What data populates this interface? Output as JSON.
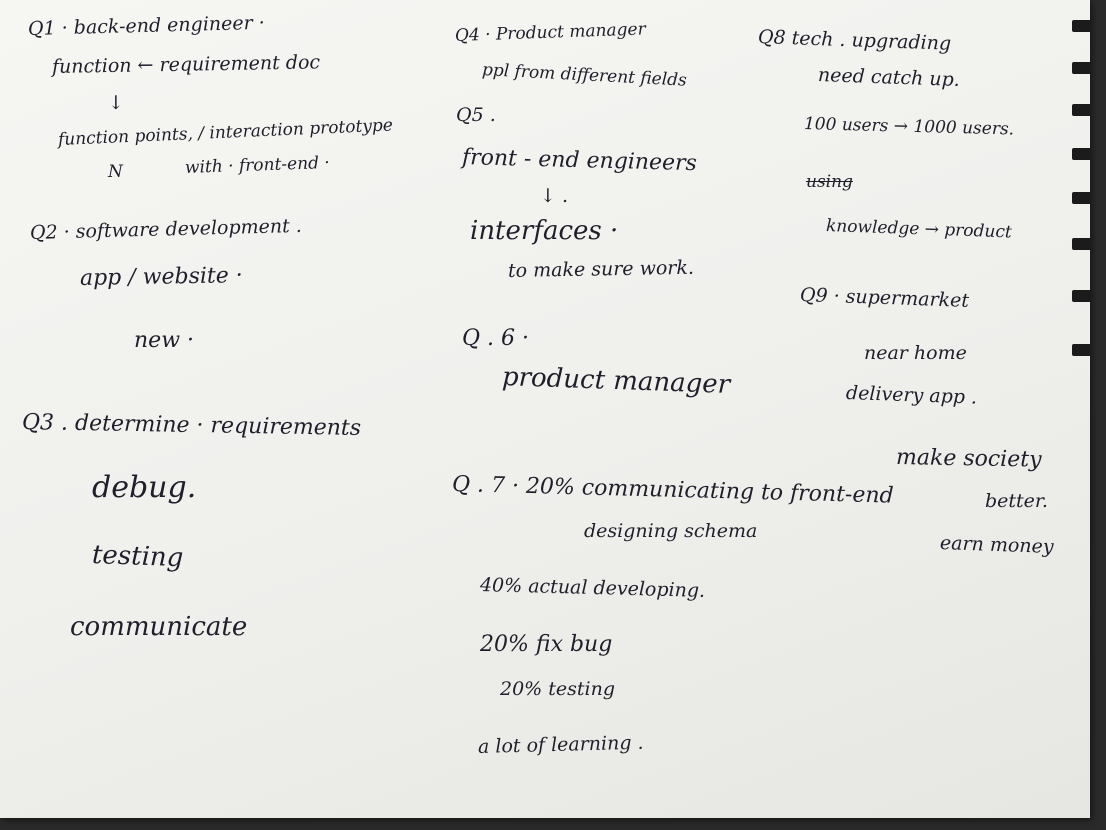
{
  "q1": {
    "title": "Q1 · back-end engineer ·",
    "line2": "function ←   requirement doc",
    "arrow": "↓",
    "line3": "function points, / interaction prototype",
    "line4_a": "N",
    "line4_b": "with · front-end ·"
  },
  "q2": {
    "title": "Q2 · software development .",
    "line2": "app / website ·",
    "line3": "new ·"
  },
  "q3": {
    "title": "Q3 . determine · requirements",
    "items": [
      "debug.",
      "testing",
      "communicate"
    ]
  },
  "q4": {
    "title": "Q4 · Product manager",
    "line2": "ppl from different fields"
  },
  "q5": {
    "title": "Q5 .",
    "line2": "front - end engineers",
    "arrow": "↓ .",
    "line3": "interfaces ·",
    "line4": "to  make sure work."
  },
  "q6": {
    "title": "Q . 6 ·",
    "line2": "product  manager"
  },
  "q7": {
    "title": "Q . 7 · 20% communicating to front-end",
    "line2": "designing schema",
    "line3": "40% actual developing.",
    "line4": "20% fix bug",
    "line5": "20% testing",
    "line6": "a lot of learning ."
  },
  "q8": {
    "title": "Q8  tech  . upgrading",
    "line2": "need  catch  up.",
    "line3": "100 users → 1000 users.",
    "struck": "using",
    "line4": "knowledge → product"
  },
  "q9": {
    "title": "Q9 ·  supermarket",
    "line2": "near  home",
    "line3": "delivery app .",
    "line4": "make  society",
    "line5": "better.",
    "line6": "earn  money"
  }
}
